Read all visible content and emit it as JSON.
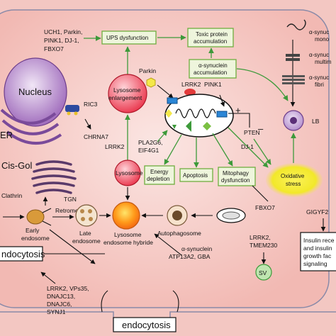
{
  "genes": {
    "uch1": "UCH1, Parkin,",
    "pink1": "PINK1, DJ-1,",
    "fbxo7": "FBXO7",
    "parkin": "Parkin",
    "lrrk2_top": "LRRK2",
    "pink1_b": "PINK1",
    "lrrk2_left": "LRRK2",
    "pla2g6": "PLA2G6,",
    "eif4g1": "EIF4G1",
    "pten": "PTEN",
    "dj1": "DJ-1",
    "fbxo7_b": "FBXO7",
    "lrrk2_vps35": "LRRK2, VPs35,",
    "dnaj13": "DNAJC13,",
    "dnajc6": "DNAJC6,",
    "synj1": "SYNJ1",
    "asyn_atp": "α-synuclein",
    "atp13a2": "ATP13A2, GBA",
    "lrrk2_tmem": "LRRK2,",
    "tmem230": "TMEM230",
    "gigyf2": "GIGYF2",
    "ric3": "RIC3",
    "chrna7": "CHRNA7"
  },
  "boxes": {
    "ups": "UPS dysfunction",
    "toxic1": "Toxic protein",
    "toxic2": "accumulation",
    "asyn_acc1": "α-synuclein",
    "asyn_acc2": "accumulation",
    "energy1": "Energy",
    "energy2": "depletion",
    "apoptosis": "Apoptosis",
    "mito1": "Mitophagy",
    "mito2": "dysfunction",
    "oxidative1": "Oxidative",
    "oxidative2": "stress",
    "insulin1": "Insulin rece",
    "insulin2": "and insulin",
    "insulin3": "growth fac",
    "insulin4": "signaling"
  },
  "organelles": {
    "nucleus": "Nucleus",
    "er": "ER",
    "cis_golgi": "Cis-Gol",
    "clathrin": "Clathrin",
    "tgn": "TGN",
    "lysosome_enl1": "Lysosome",
    "lysosome_enl2": "enlargement",
    "lysosome": "Lysosome",
    "retromer": "Retromer",
    "early1": "Early",
    "early2": "endosome",
    "late1": "Late",
    "late2": "endosome",
    "hybrid1": "Lysosome",
    "hybrid2": "endosome hybride",
    "autophagosome": "Autophagosome",
    "lb": "LB",
    "sv": "SV",
    "endocytosis_left": "ndocytosis",
    "endocytosis_bottom": "endocytosis"
  },
  "synuclein": {
    "mono1": "α-synuc",
    "mono2": "mono",
    "multi1": "α-synuc",
    "multi2": "multim",
    "fib1": "α-synuc",
    "fib2": "fibri"
  },
  "signs": {
    "plus": "+",
    "minus": "–"
  }
}
